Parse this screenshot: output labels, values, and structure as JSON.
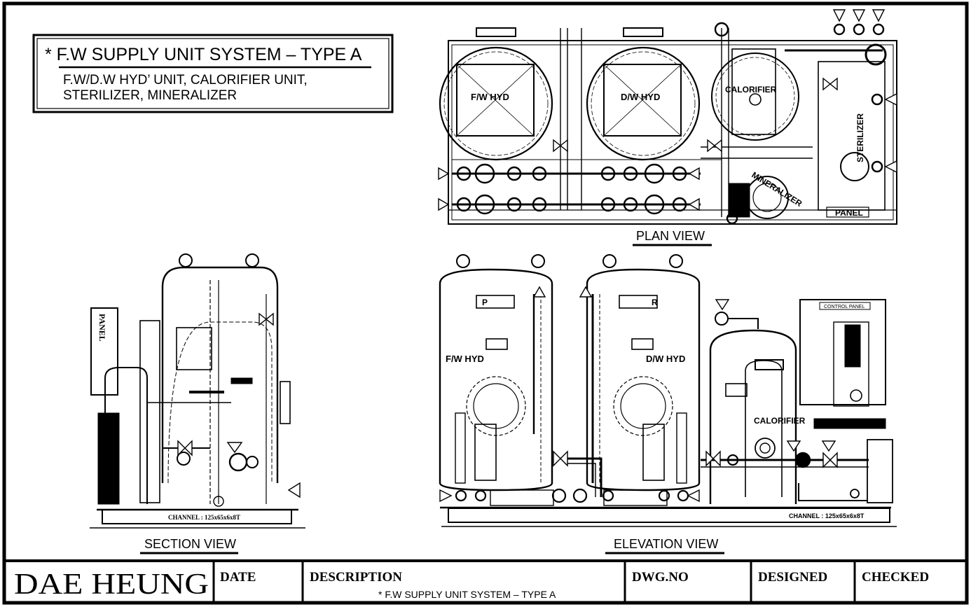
{
  "title_box": {
    "title": "* F.W SUPPLY UNIT SYSTEM – TYPE A",
    "line1": "F.W/D.W HYD’ UNIT, CALORIFIER UNIT,",
    "line2": "STERILIZER, MINERALIZER"
  },
  "views": {
    "plan": "PLAN VIEW",
    "section": "SECTION VIEW",
    "elevation": "ELEVATION VIEW"
  },
  "plan_labels": {
    "fw_hyd": "F/W HYD",
    "dw_hyd": "D/W HYD",
    "calorifier": "CALORIFIER",
    "sterilizer": "STERILIZER",
    "mineralizer": "MINERALIZER",
    "panel": "PANEL"
  },
  "section_labels": {
    "panel": "PANEL",
    "channel": "CHANNEL : 125x65x6x8T"
  },
  "elevation_labels": {
    "fw_hyd": "F/W HYD",
    "dw_hyd": "D/W HYD",
    "gauge_p": "P",
    "gauge_r": "R",
    "calorifier": "CALORIFIER",
    "control_panel": "CONTROL PANEL",
    "channel": "CHANNEL : 125x65x6x8T"
  },
  "title_block": {
    "company": "DAE HEUNG",
    "date_label": "DATE",
    "date_value": "",
    "description_label": "DESCRIPTION",
    "description_value": "* F.W SUPPLY UNIT SYSTEM – TYPE A",
    "dwg_no_label": "DWG.NO",
    "designed_label": "DESIGNED",
    "checked_label": "CHECKED"
  }
}
